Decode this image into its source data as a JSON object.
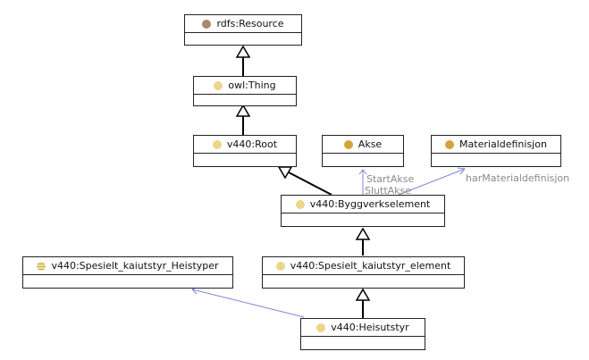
{
  "colors": {
    "resource_dot": "#a8896a",
    "class_dot": "#ecd68a",
    "concept_dot": "#d4a437",
    "edge_line": "#000000",
    "property_line": "#7d86d9",
    "property_label": "#8a8a8a"
  },
  "classes": {
    "rdfs_resource": {
      "label": "rdfs:Resource",
      "icon": "brown-circle-icon"
    },
    "owl_thing": {
      "label": "owl:Thing",
      "icon": "class-circle-icon"
    },
    "v440_root": {
      "label": "v440:Root",
      "icon": "class-circle-icon"
    },
    "akse": {
      "label": "Akse",
      "icon": "concept-circle-icon"
    },
    "materialdefinisjon": {
      "label": "Materialdefinisjon",
      "icon": "concept-circle-icon"
    },
    "byggverkselement": {
      "label": "v440:Byggverkselement",
      "icon": "class-circle-icon"
    },
    "heistyper": {
      "label": "v440:Spesielt_kaiutstyr_Heistyper",
      "icon": "enumeration-icon"
    },
    "kaiutstyr_element": {
      "label": "v440:Spesielt_kaiutstyr_element",
      "icon": "class-circle-icon"
    },
    "heisutstyr": {
      "label": "v440:Heisutstyr",
      "icon": "class-circle-icon"
    }
  },
  "properties": {
    "start_akse": "StartAkse",
    "slutt_akse": "SluttAkse",
    "har_materialdefinisjon": "harMaterialdefinisjon"
  }
}
